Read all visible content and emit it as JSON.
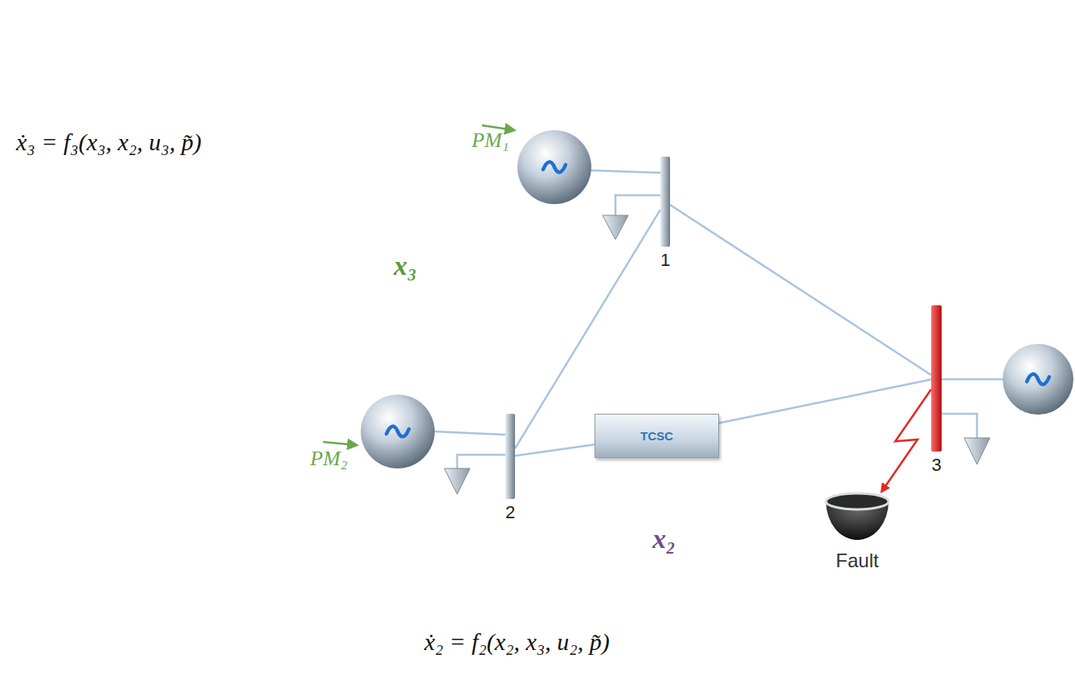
{
  "diagram": {
    "nodes": [
      {
        "text": [
          "x₃"
        ]
      },
      {
        "text": [
          "1"
        ]
      },
      {
        "text": [
          "x₂"
        ]
      },
      {
        "text": [
          "TCSC"
        ],
        "in": 2
      },
      {
        "text": [
          "2"
        ]
      },
      {
        "text": [
          "3"
        ]
      },
      {
        "text": [
          "Fault"
        ]
      }
    ],
    "edges": [
      {
        "from": 1,
        "to": 5,
        "arrow": "none"
      },
      {
        "from": 1,
        "to": 4,
        "arrow": "none"
      },
      {
        "from": 4,
        "to": 3,
        "arrow": "none"
      },
      {
        "from": 3,
        "to": 5,
        "arrow": "none"
      },
      {
        "from": 5,
        "to": 6,
        "arrow": "to"
      }
    ],
    "labels": [
      "ẋ₃ = f₃(x₃, x₂, u₃, p̃)",
      "ẋ₂ = f₂(x₂, x₃, u₂, p̃)",
      "PM₁",
      "PM₂"
    ]
  }
}
